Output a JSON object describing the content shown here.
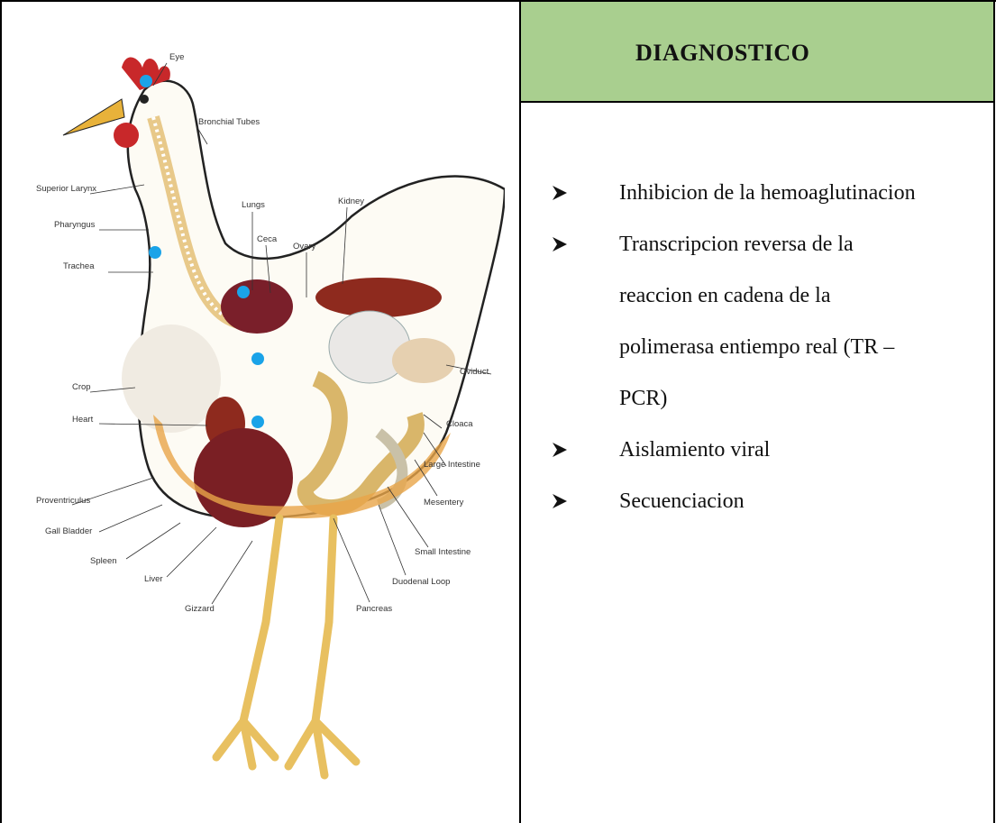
{
  "header": {
    "title": "DIAGNOSTICO"
  },
  "list": {
    "items": [
      "Inhibicion de la hemoaglutinacion",
      "Transcripcion reversa de la",
      "reaccion en cadena de la",
      "polimerasa entiempo real (TR –",
      "PCR)",
      "Aislamiento viral",
      "Secuenciacion"
    ]
  },
  "figure": {
    "labels": [
      "Eye",
      "Bronchial Tubes",
      "Superior Larynx",
      "Pharyngus",
      "Trachea",
      "Lungs",
      "Ceca",
      "Ovary",
      "Kidney",
      "Oviduct",
      "Crop",
      "Heart",
      "Cloaca",
      "Large Intestine",
      "Proventriculus",
      "Gall Bladder",
      "Mesentery",
      "Spleen",
      "Small Intestine",
      "Liver",
      "Duodenal Loop",
      "Gizzard",
      "Pancreas"
    ]
  },
  "colors": {
    "header_bg": "#a9cf8f",
    "marker": "#1aa3e8"
  }
}
